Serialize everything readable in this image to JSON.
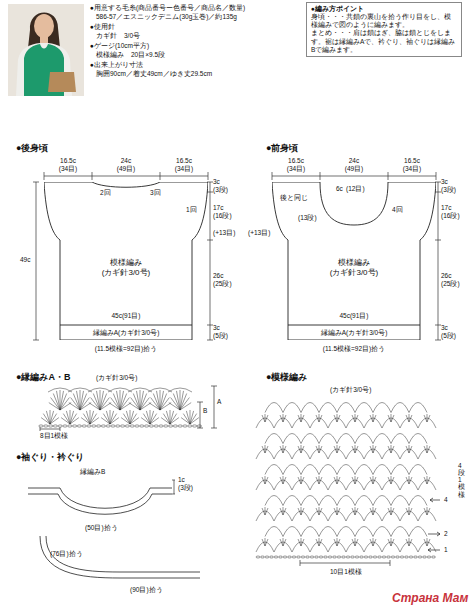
{
  "diagram": {
    "nodes": [
      {
        "text": [
          "●編み方ポイント",
          "身頃・・・共鎖の裏山を拾う作り目をし、模様編みで図のように編みます。",
          "まとめ・・・肩は鎖はぎ、脇は鎖とじをします。裾は縁編みAで、衿ぐり、袖ぐりは縁編みBで編みます。"
        ]
      },
      {
        "text": [
          "模様編み",
          "(カギ針3/0号)"
        ]
      },
      {
        "text": [
          "模様編み",
          "(カギ針3/0号)"
        ]
      }
    ],
    "labels": [
      "●用意する毛糸(商品番号ー色番号／商品名／数量)",
      "586-57／エスニックデニム(30g玉巻)／約135g",
      "●使用針",
      "カギ針　3/0号",
      "●ゲージ(10cm平方)",
      "模様編み　20目×9.5段",
      "●出来上がり寸法",
      "胸囲90cm／着丈49cm／ゆき丈29.5cm",
      "●後身頃",
      "16.5c",
      "(34目)",
      "24c",
      "(49目)",
      "16.5c",
      "(34目)",
      "2回",
      "3回",
      "1回",
      "3c",
      "(3段)",
      "17c",
      "(16段)",
      "(+13目)",
      "26c",
      "(25段)",
      "3c",
      "(5段)",
      "49c",
      "45c(91目)",
      "縁編みA(カギ針3/0号)",
      "(11.5模様=92目)拾う",
      "●前身頃",
      "16.5c",
      "(34目)",
      "24c",
      "(49目)",
      "16.5c",
      "(34目)",
      "6c",
      "(12目)",
      "後と同じ",
      "4回",
      "(13段)",
      "(+13目)",
      "3c",
      "(3段)",
      "17c",
      "(16段)",
      "26c",
      "(25段)",
      "3c",
      "(5段)",
      "45c(91目)",
      "縁編みA(カギ針3/0号)",
      "(11.5模様=92目)拾う",
      "●縁編みA・B",
      "(カギ針3/0号)",
      "B",
      "A",
      "8目1模様",
      "●袖ぐり・衿ぐり",
      "縁編みB",
      "(50目)拾う",
      "1c",
      "(3段)",
      "(76目)拾う",
      "(90目)拾う",
      "●模様編み",
      "(カギ針3/0号)",
      "4",
      "2",
      "1",
      "4段1模様",
      "10目1模様",
      "Страна Мам"
    ]
  }
}
